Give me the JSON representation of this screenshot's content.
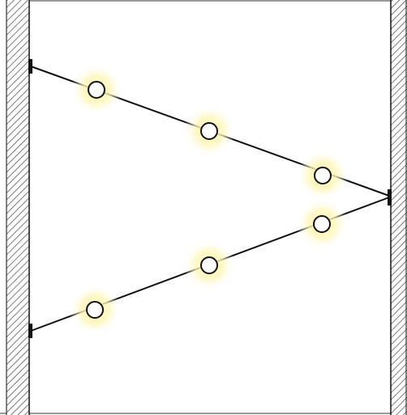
{
  "diagram": {
    "left_wall": {
      "pattern": "diagonal-hatch",
      "fill": "#ffffff",
      "stroke": "#333333"
    },
    "right_wall": {
      "pattern": "diagonal-hatch",
      "fill": "#ffffff",
      "stroke": "#333333"
    },
    "wire_color": "#111111",
    "bulb_color": "#ffffff",
    "glow_color": "#fff3a0",
    "bracket_color": "#111111",
    "strings": [
      {
        "name": "upper-string",
        "bulbs": 3
      },
      {
        "name": "lower-string",
        "bulbs": 3
      }
    ]
  }
}
